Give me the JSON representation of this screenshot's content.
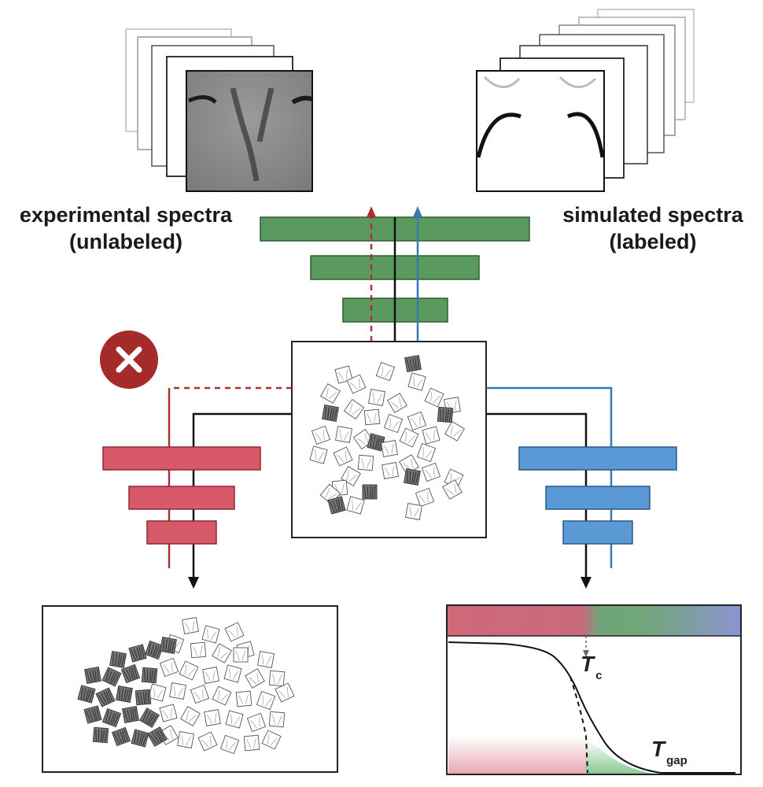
{
  "labels": {
    "experimental_line1": "experimental spectra",
    "experimental_line2": "(unlabeled)",
    "simulated_line1": "simulated spectra",
    "simulated_line2": "(labeled)"
  },
  "symbols": {
    "tc_main": "T",
    "tc_sub": "c",
    "tgap_main": "T",
    "tgap_sub": "gap"
  },
  "colors": {
    "green": "#5a9a5e",
    "red_bars": "#d85a6a",
    "blue_bars": "#5a98d6",
    "dark_red_line": "#b03030",
    "blue_line": "#3a78b0",
    "x_badge": "#a52a2a",
    "gradient_red": "#d06878",
    "gradient_green": "#70a878",
    "gradient_blue": "#8898d0"
  },
  "icons": {
    "reject": "close-circle-icon"
  }
}
